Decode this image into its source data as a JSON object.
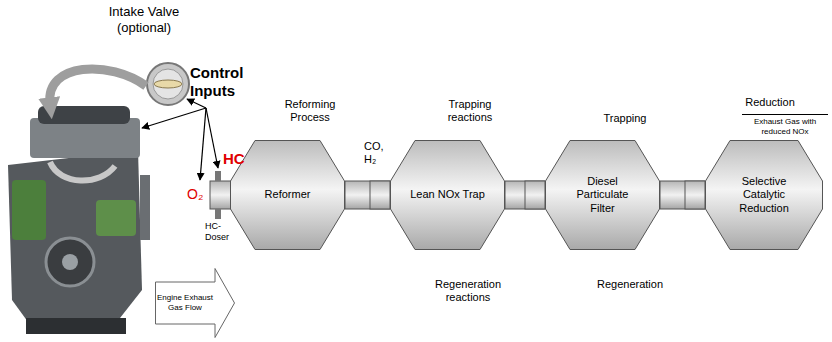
{
  "diagram": {
    "nodes": [
      {
        "text": [
          "Reformer"
        ]
      },
      {
        "text": [
          "Lean NOx Trap"
        ]
      },
      {
        "text": [
          "Diesel Particulate Filter"
        ]
      },
      {
        "text": [
          "Selective Catalytic Reduction"
        ]
      },
      {
        "text": [
          "Engine Exhaust Gas Flow"
        ]
      }
    ],
    "edges": [
      {
        "from": 0,
        "to": 1,
        "arrow": "none"
      },
      {
        "from": 1,
        "to": 2,
        "arrow": "none"
      },
      {
        "from": 2,
        "to": 3,
        "arrow": "none"
      }
    ],
    "labels": [
      "Intake Valve (optional)",
      "Control Inputs",
      "HC",
      "O₂",
      "HC-Doser",
      "Reforming Process",
      "CO, H₂",
      "Trapping reactions",
      "Regeneration reactions",
      "Trapping",
      "Regeneration",
      "Reduction",
      "Exhaust Gas with reduced NOx"
    ]
  }
}
